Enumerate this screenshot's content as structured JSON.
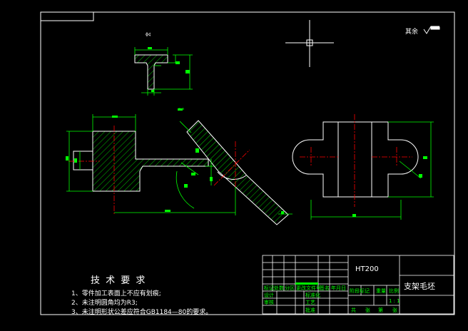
{
  "drawing": {
    "surface_note": "其余",
    "material": "HT200",
    "part_name": "支架毛坯",
    "view_label_top": "ϕ¢",
    "view_label_side": "a-a"
  },
  "tech_requirements": {
    "title": "技 术 要 求",
    "items": [
      "1、零件加工表面上不应有划痕;",
      "2、未注明圆角均为R3;",
      "3、未注明形状公差应符合GB1184—80的要求。"
    ]
  },
  "title_block": {
    "scale": "1 : 1",
    "cells": [
      "标记",
      "处数",
      "分区",
      "更改文件号",
      "签名",
      "年月日",
      "设计",
      "标准化",
      "阶段标记",
      "重量",
      "比例",
      "审核",
      "工艺",
      "批准",
      "共",
      "张",
      "第",
      "张"
    ]
  },
  "colors": {
    "line": "#ffffff",
    "dim": "#00ff00",
    "center": "#ff0000",
    "hatch": "#00ff00",
    "ucs": "#ffffff"
  }
}
